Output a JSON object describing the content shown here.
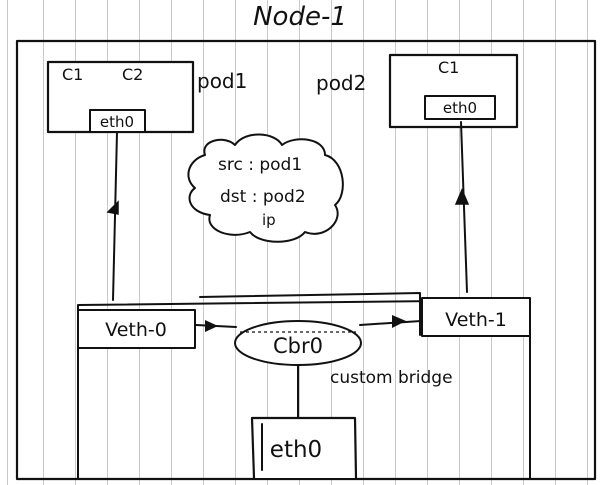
{
  "node": {
    "title": "Node-1"
  },
  "pods": [
    {
      "label": "pod1",
      "containers": [
        "C1",
        "C2"
      ],
      "interface": "eth0"
    },
    {
      "label": "pod2",
      "containers": [
        "C1"
      ],
      "interface": "eth0"
    }
  ],
  "packet": {
    "src": "src : pod1",
    "dst": "dst : pod2",
    "proto": "ip"
  },
  "veths": [
    "Veth-0",
    "Veth-1"
  ],
  "bridge": {
    "name": "Cbr0",
    "caption": "custom bridge"
  },
  "host_interface": "eth0"
}
